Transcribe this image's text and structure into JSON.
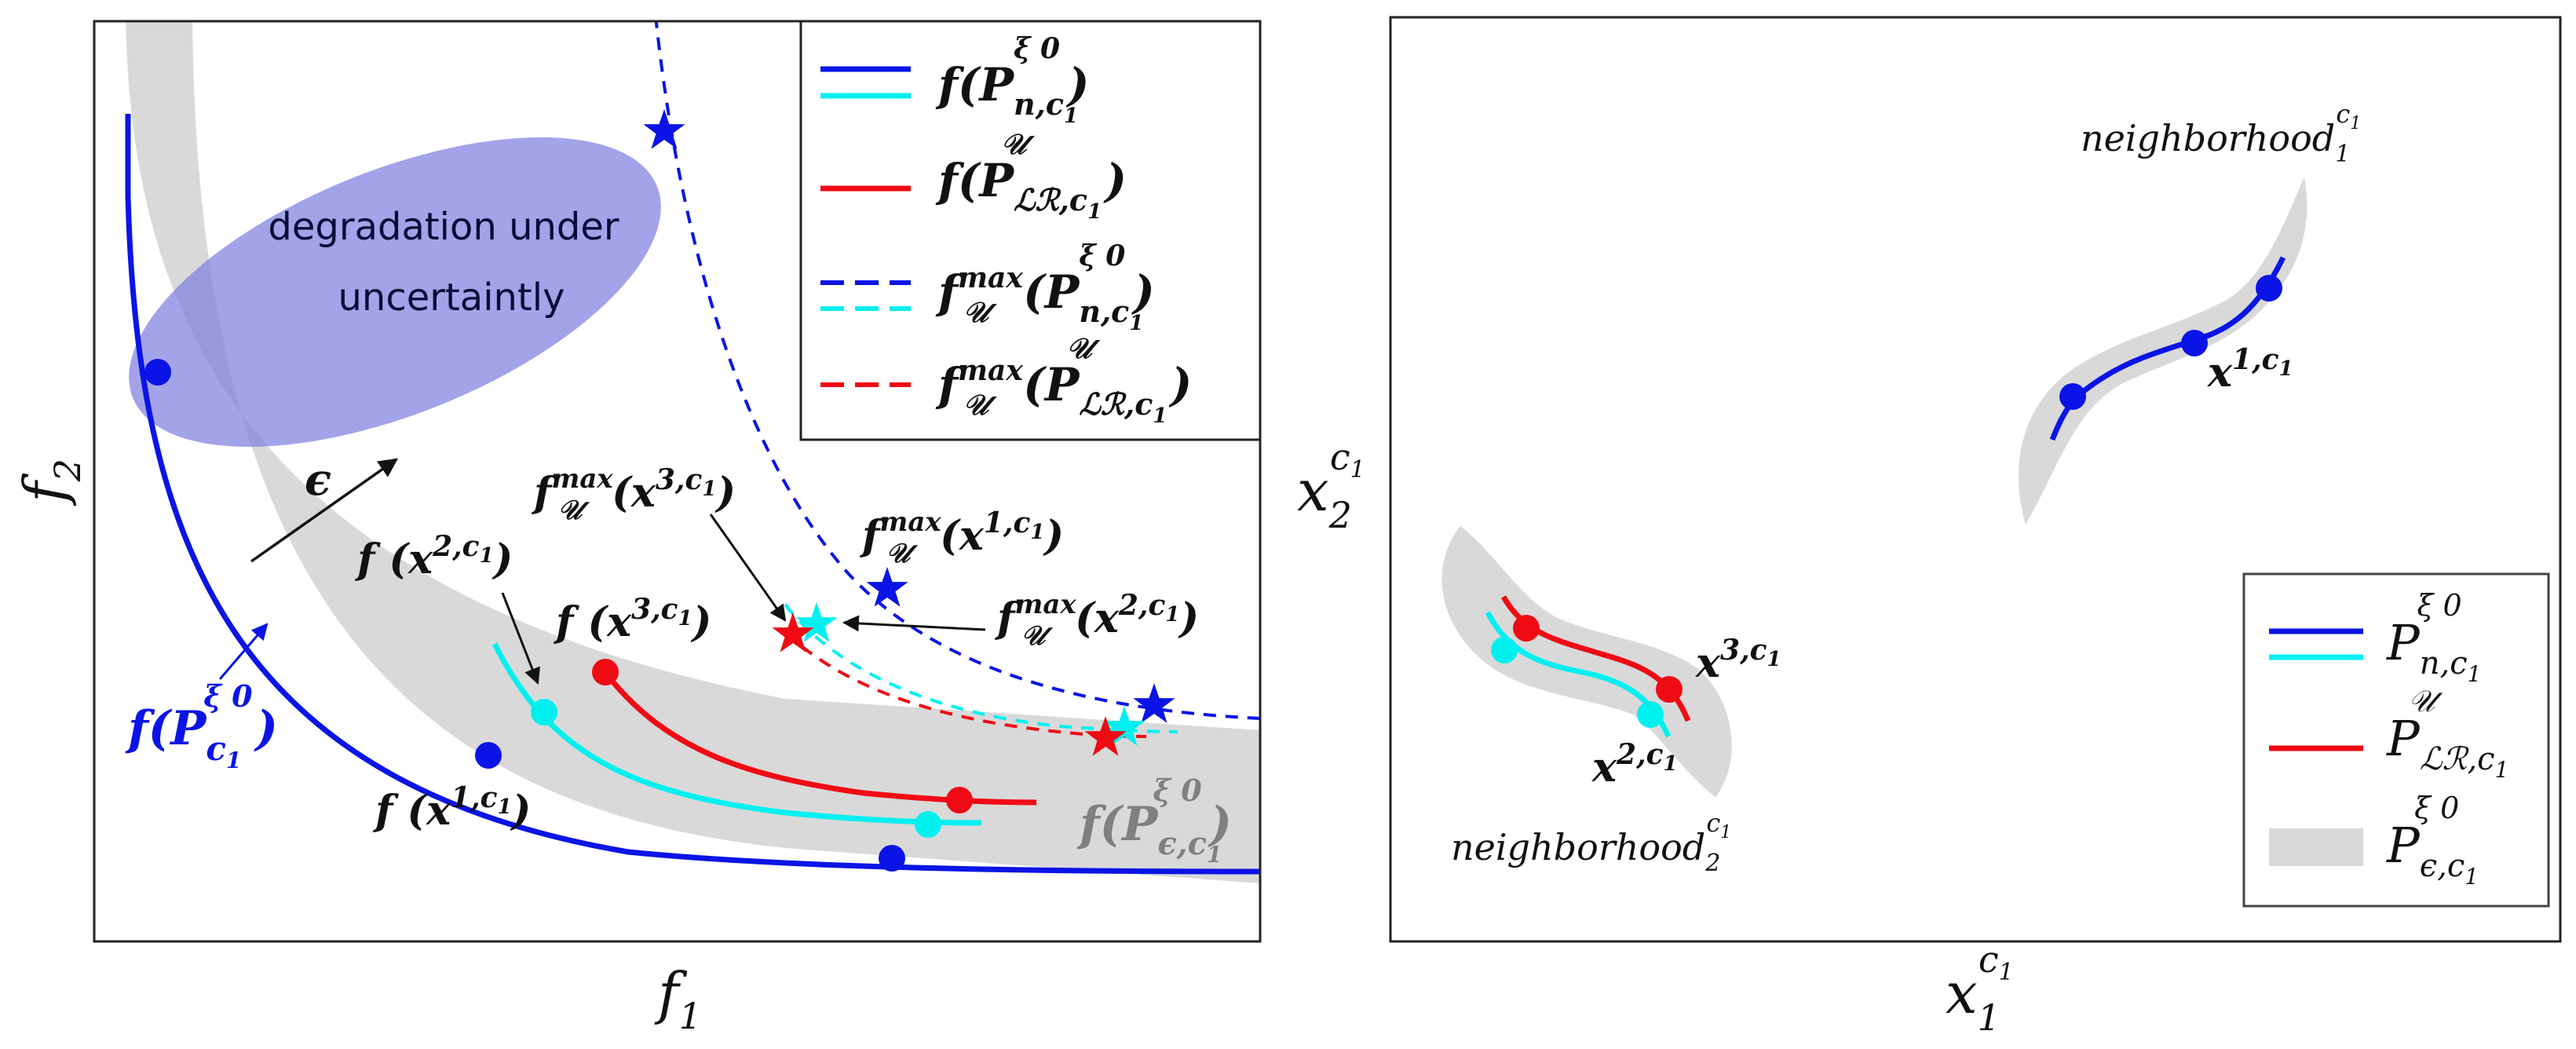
{
  "colors": {
    "blue": "#0a14e6",
    "cyan": "#00f0f0",
    "red": "#f00a14",
    "gray_band": "#d9d9d9",
    "ellipse": "#8080e0",
    "dark_text": "#0b0b3a",
    "black": "#111111"
  },
  "left_panel": {
    "ellipse_label_line1": "degradation under",
    "ellipse_label_line2": "uncertaintly",
    "epsilon": "ϵ",
    "xlabel": "f",
    "xlabel_sub": "1",
    "ylabel": "f",
    "ylabel_sub": "2",
    "label_fPc": {
      "main": "f(P",
      "sub": "c",
      "subsub": "1",
      "sup": "ξ 0",
      "close": ")"
    },
    "label_fPeps": {
      "main": "f(P",
      "sub": "ϵ,c",
      "subsub": "1",
      "sup": "ξ 0",
      "close": ")"
    },
    "label_fx1": {
      "main": "f (x",
      "sup": "1,c",
      "supsub": "1",
      "close": ")"
    },
    "label_fx2": {
      "main": "f (x",
      "sup": "2,c",
      "supsub": "1",
      "close": ")"
    },
    "label_fx3": {
      "main": "f (x",
      "sup": "3,c",
      "supsub": "1",
      "close": ")"
    },
    "label_fmax_x1": {
      "main": "f",
      "sup": "max",
      "sub": "𝒰",
      "arg": "(x",
      "argsup": "1,c",
      "argsupsub": "1",
      "close": ")"
    },
    "label_fmax_x2": {
      "main": "f",
      "sup": "max",
      "sub": "𝒰",
      "arg": "(x",
      "argsup": "2,c",
      "argsupsub": "1",
      "close": ")"
    },
    "label_fmax_x3": {
      "main": "f",
      "sup": "max",
      "sub": "𝒰",
      "arg": "(x",
      "argsup": "3,c",
      "argsupsub": "1",
      "close": ")"
    },
    "legend": [
      {
        "main": "f",
        "sup": "",
        "sub": "",
        "arg": "(P",
        "argsub": "n,c",
        "argsubsub": "1",
        "argsup": "ξ 0",
        "close": ")"
      },
      {
        "main": "f",
        "sup": "",
        "sub": "",
        "arg": "(P",
        "argsub": "ℒℛ,c",
        "argsubsub": "1",
        "argsup": "𝒰",
        "close": ")"
      },
      {
        "main": "f",
        "sup": "max",
        "sub": "𝒰",
        "arg": "(P",
        "argsub": "n,c",
        "argsubsub": "1",
        "argsup": "ξ 0",
        "close": ")"
      },
      {
        "main": "f",
        "sup": "max",
        "sub": "𝒰",
        "arg": "(P",
        "argsub": "ℒℛ,c",
        "argsubsub": "1",
        "argsup": "𝒰",
        "close": ")"
      }
    ]
  },
  "right_panel": {
    "neighborhood1": {
      "main": "neighborhood",
      "sub": "1",
      "sup": "c",
      "supsub": "1"
    },
    "neighborhood2": {
      "main": "neighborhood",
      "sub": "2",
      "sup": "c",
      "supsub": "1"
    },
    "label_x1": {
      "main": "x",
      "sup": "1,c",
      "supsub": "1"
    },
    "label_x2": {
      "main": "x",
      "sup": "2,c",
      "supsub": "1"
    },
    "label_x3": {
      "main": "x",
      "sup": "3,c",
      "supsub": "1"
    },
    "xlabel": {
      "main": "x",
      "sub": "1",
      "sup": "c",
      "supsub": "1"
    },
    "ylabel": {
      "main": "x",
      "sub": "2",
      "sup": "c",
      "supsub": "1"
    },
    "legend": [
      {
        "main": "P",
        "sub": "n,c",
        "subsub": "1",
        "sup": "ξ 0"
      },
      {
        "main": "P",
        "sub": "ℒℛ,c",
        "subsub": "1",
        "sup": "𝒰"
      },
      {
        "main": "P",
        "sub": "ϵ,c",
        "subsub": "1",
        "sup": "ξ 0"
      }
    ]
  }
}
